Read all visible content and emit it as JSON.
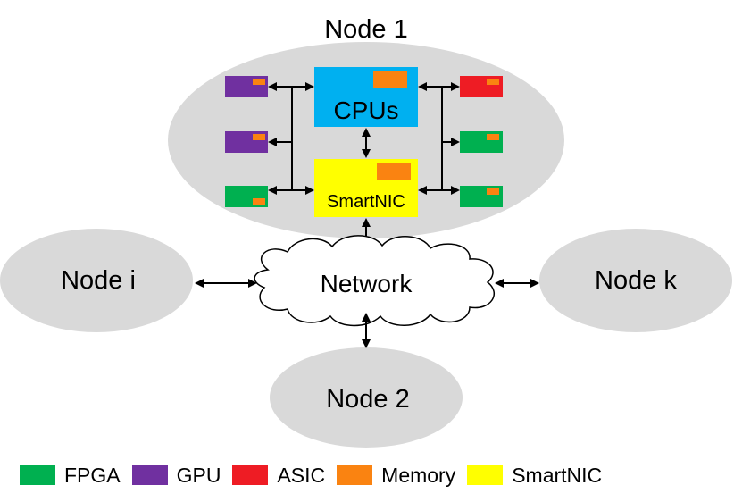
{
  "nodes": {
    "node1": "Node 1",
    "nodei": "Node i",
    "nodek": "Node k",
    "node2": "Node 2"
  },
  "components": {
    "cpus": "CPUs",
    "smartnic": "SmartNIC",
    "network": "Network"
  },
  "colors": {
    "fpga": "#00b050",
    "gpu": "#7030a0",
    "asic": "#ee1c24",
    "memory": "#fa8311",
    "smartnic": "#ffff00",
    "cpu": "#00b0f0",
    "node": "#d9d9d9"
  },
  "legend": [
    {
      "label": "FPGA",
      "color": "#00b050"
    },
    {
      "label": "GPU",
      "color": "#7030a0"
    },
    {
      "label": "ASIC",
      "color": "#ee1c24"
    },
    {
      "label": "Memory",
      "color": "#fa8311"
    },
    {
      "label": "SmartNIC",
      "color": "#ffff00"
    }
  ]
}
